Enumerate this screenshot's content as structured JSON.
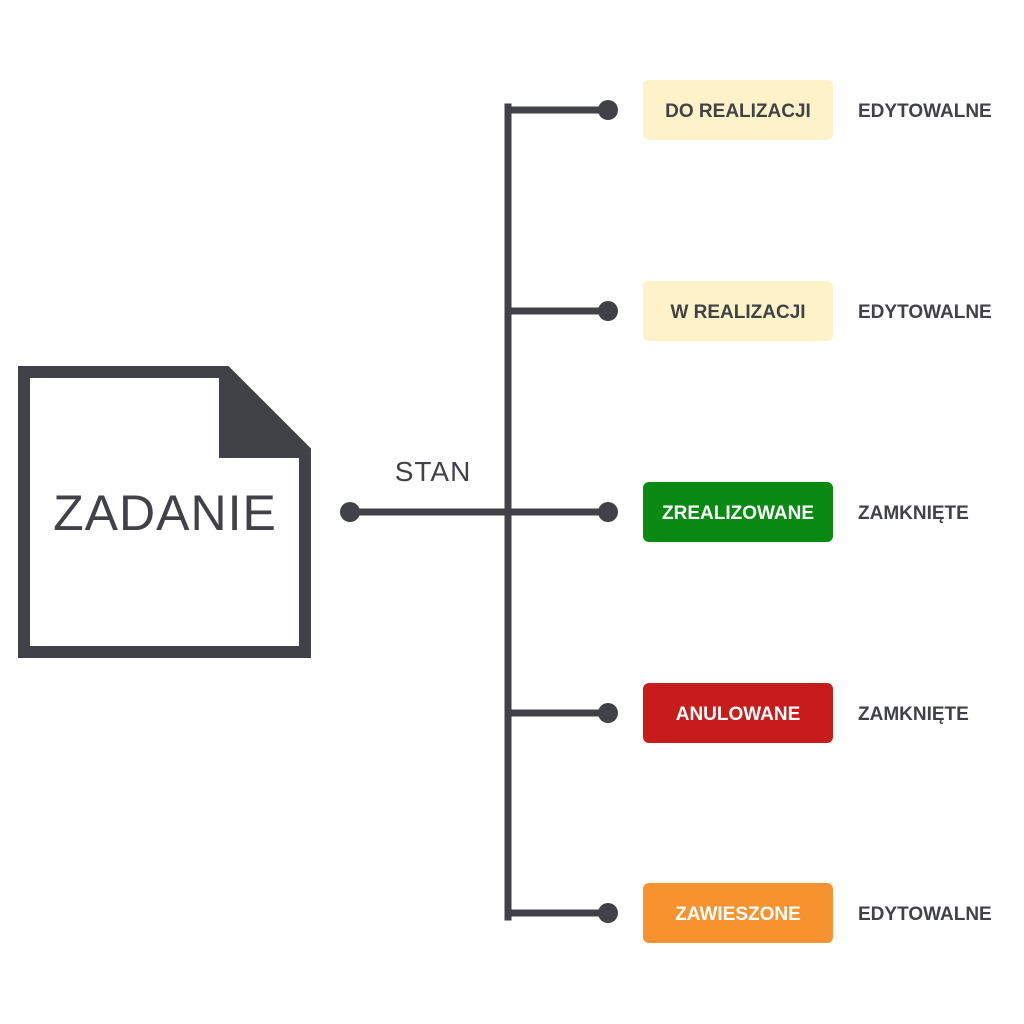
{
  "document": {
    "title": "ZADANIE"
  },
  "connector": {
    "label": "STAN"
  },
  "colors": {
    "line": "#414247",
    "text_dark": "#414247"
  },
  "states": [
    {
      "label": "DO REALIZACJI",
      "access": "EDYTOWALNE",
      "bg": "#FDF2C8",
      "fg": "#414247"
    },
    {
      "label": "W REALIZACJI",
      "access": "EDYTOWALNE",
      "bg": "#FDF2C8",
      "fg": "#414247"
    },
    {
      "label": "ZREALIZOWANE",
      "access": "ZAMKNIĘTE",
      "bg": "#0A8A12",
      "fg": "#FFFFFF"
    },
    {
      "label": "ANULOWANE",
      "access": "ZAMKNIĘTE",
      "bg": "#C81B1B",
      "fg": "#FFFFFF"
    },
    {
      "label": "ZAWIESZONE",
      "access": "EDYTOWALNE",
      "bg": "#F7932E",
      "fg": "#FFFFFF"
    }
  ]
}
